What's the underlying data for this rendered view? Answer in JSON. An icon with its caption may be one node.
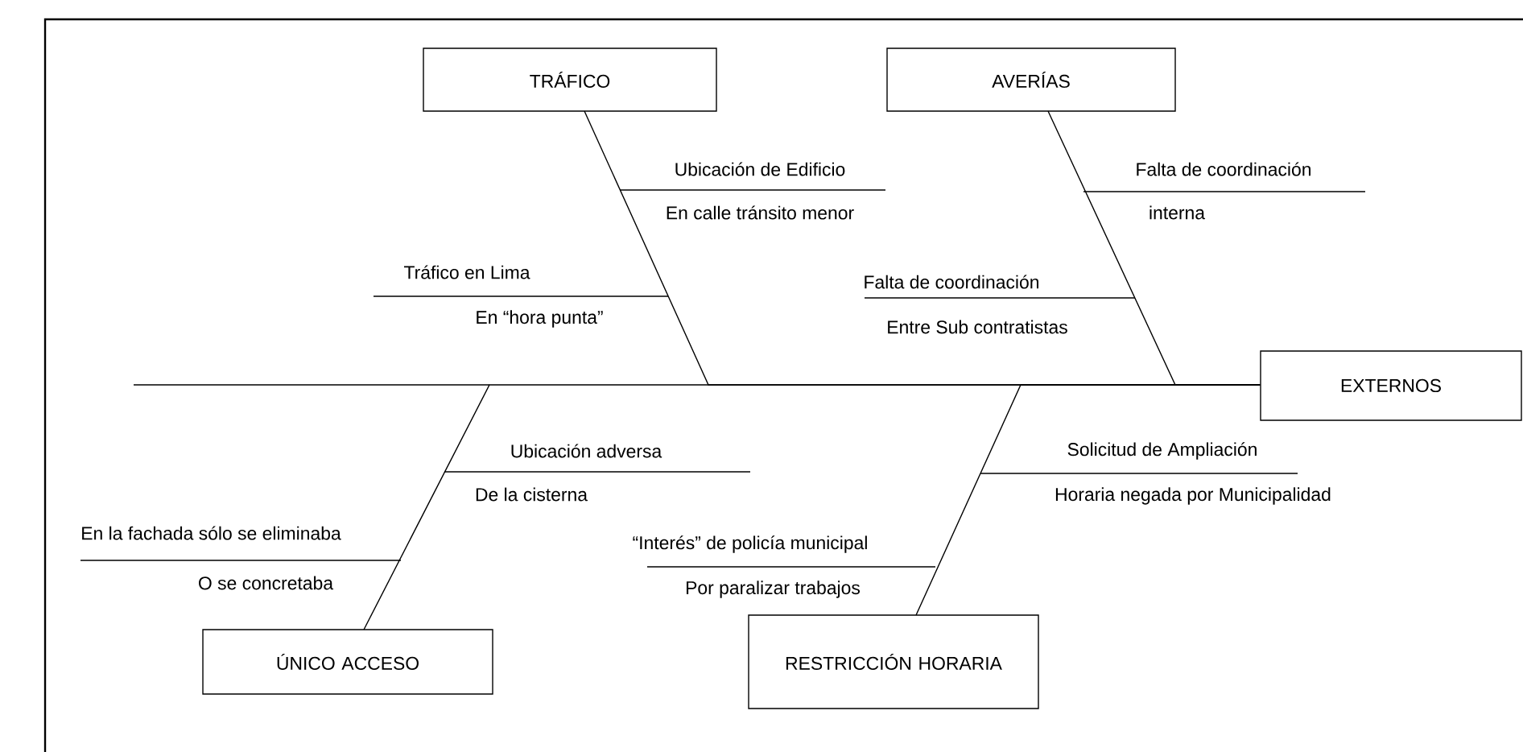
{
  "diagram": {
    "nodes": [
      {
        "text": [
          "TRÁFICO"
        ]
      },
      {
        "text": [
          "AVERÍAS"
        ]
      },
      {
        "text": [
          "EXTERNOS"
        ]
      },
      {
        "text": [
          "ÚNICO ACCESO"
        ]
      },
      {
        "text": [
          "RESTRICCIÓN HORARIA"
        ]
      }
    ],
    "edges": [
      {
        "from": 0,
        "to": 2,
        "arrow": "none"
      },
      {
        "from": 1,
        "to": 2,
        "arrow": "none"
      },
      {
        "from": 3,
        "to": 2,
        "arrow": "none"
      },
      {
        "from": 4,
        "to": 2,
        "arrow": "none"
      }
    ],
    "labels": [
      "Ubicación de Edificio",
      "Falta de coordinación",
      "En calle tránsito menor",
      "interna",
      "Tráfico en Lima",
      "Falta de coordinación",
      "En “hora punta”",
      "Entre Sub contratistas",
      "Ubicación adversa",
      "Solicitud de Ampliación",
      "De la cisterna",
      "Horaria negada por Municipalidad",
      "En la fachada sólo se eliminaba",
      "“Interés” de policía municipal",
      "O se concretaba",
      "Por paralizar trabajos"
    ]
  }
}
